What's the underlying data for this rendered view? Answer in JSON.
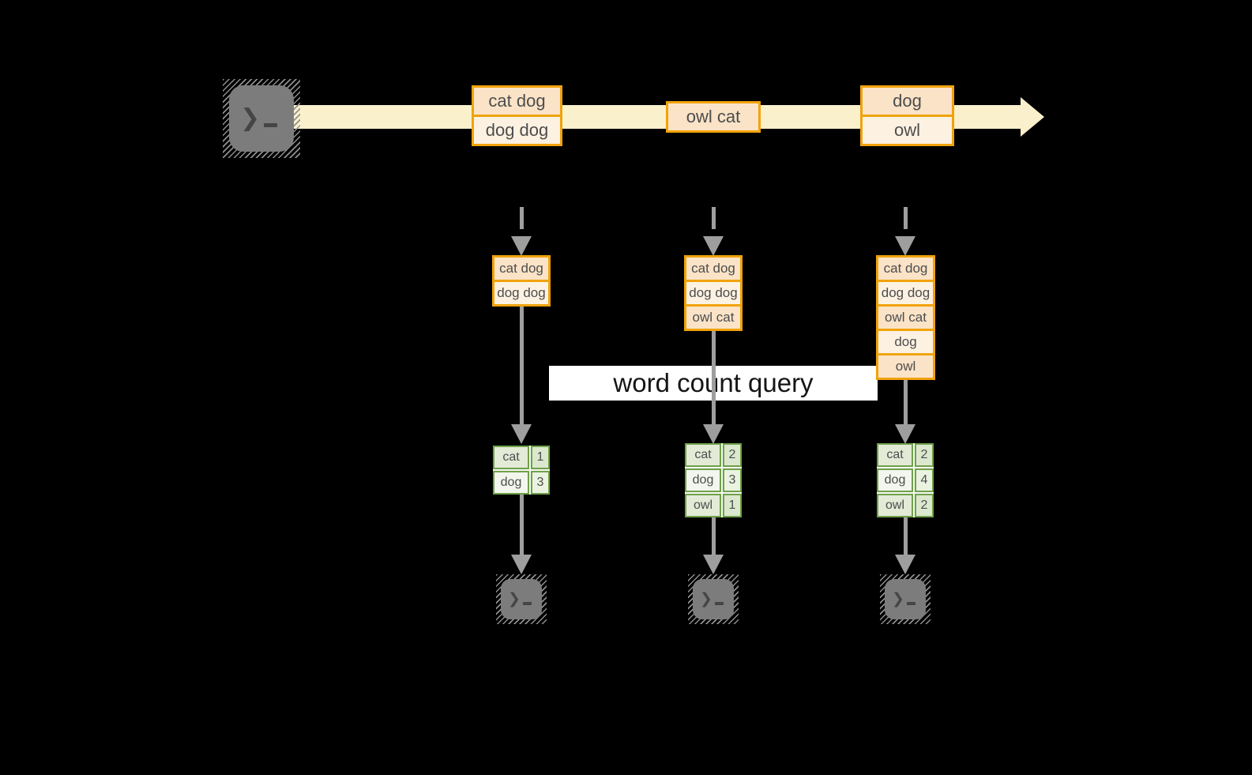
{
  "stream": {
    "events": [
      {
        "cells": [
          "cat dog",
          "dog dog"
        ]
      },
      {
        "cells": [
          "owl cat"
        ]
      },
      {
        "cells": [
          "dog",
          "owl"
        ]
      }
    ]
  },
  "query": {
    "label": "word count query"
  },
  "columns": [
    {
      "state": [
        "cat dog",
        "dog dog"
      ],
      "counts": [
        {
          "word": "cat",
          "count": "1"
        },
        {
          "word": "dog",
          "count": "3"
        }
      ]
    },
    {
      "state": [
        "cat dog",
        "dog dog",
        "owl cat"
      ],
      "counts": [
        {
          "word": "cat",
          "count": "2"
        },
        {
          "word": "dog",
          "count": "3"
        },
        {
          "word": "owl",
          "count": "1"
        }
      ]
    },
    {
      "state": [
        "cat dog",
        "dog dog",
        "owl cat",
        "dog",
        "owl"
      ],
      "counts": [
        {
          "word": "cat",
          "count": "2"
        },
        {
          "word": "dog",
          "count": "4"
        },
        {
          "word": "owl",
          "count": "2"
        }
      ]
    }
  ],
  "terminal": {
    "glyph": "❯"
  },
  "colors": {
    "background": "#000000",
    "stream_band": "#FAF0CC",
    "amber_border": "#F0A30A",
    "peach_fill": "#FBE3C7",
    "cream_fill": "#FDF2E2",
    "green_border": "#6FA04A",
    "green_fill_dark": "#E3EBD7",
    "green_fill_light": "#F2F6EC",
    "arrow_gray": "#9E9E9E",
    "terminal_gray": "#7C7C7C",
    "query_label_bg": "#FFFFFF",
    "text_dark": "#4D4D4D"
  }
}
